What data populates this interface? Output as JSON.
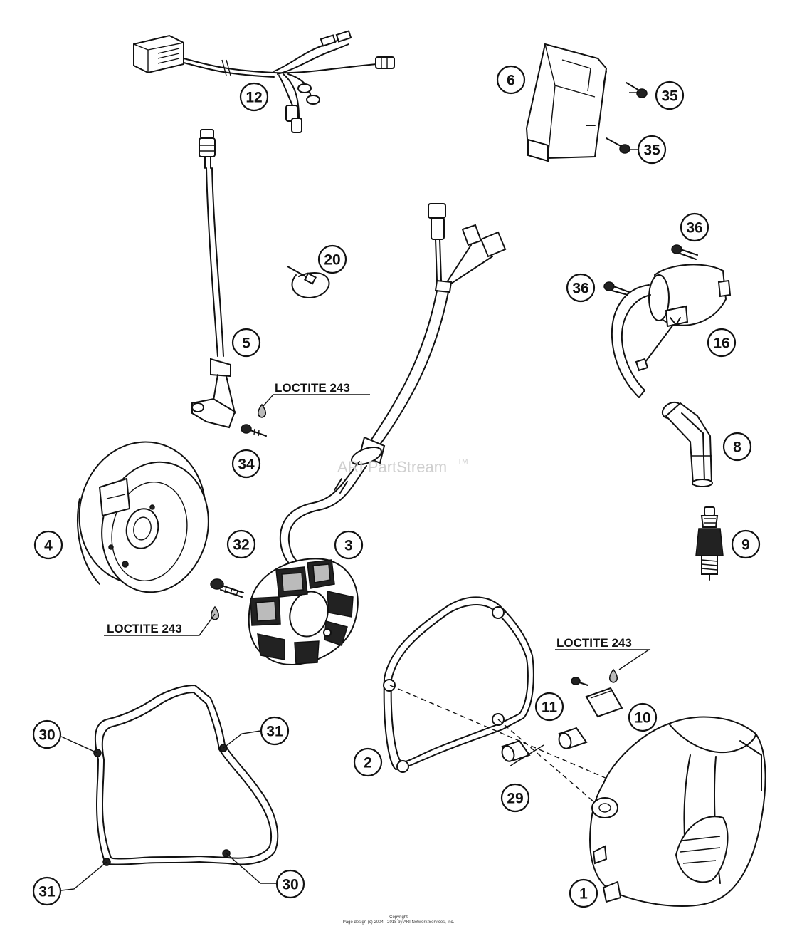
{
  "watermark": {
    "text": "ARI PartStream",
    "tm": "TM"
  },
  "callouts": {
    "c1": "1",
    "c2": "2",
    "c3": "3",
    "c4": "4",
    "c5": "5",
    "c6": "6",
    "c8": "8",
    "c9": "9",
    "c10": "10",
    "c11": "11",
    "c12": "12",
    "c16": "16",
    "c20": "20",
    "c29": "29",
    "c30a": "30",
    "c30b": "30",
    "c31a": "31",
    "c31b": "31",
    "c32": "32",
    "c34": "34",
    "c35a": "35",
    "c35b": "35",
    "c36a": "36",
    "c36b": "36"
  },
  "loctite": {
    "a": "LOCTITE 243",
    "b": "LOCTITE 243",
    "c": "LOCTITE 243"
  },
  "footer": {
    "line1": "Copyright",
    "line2": "Page design (c) 2004 - 2018 by ARI Network Services, Inc."
  }
}
